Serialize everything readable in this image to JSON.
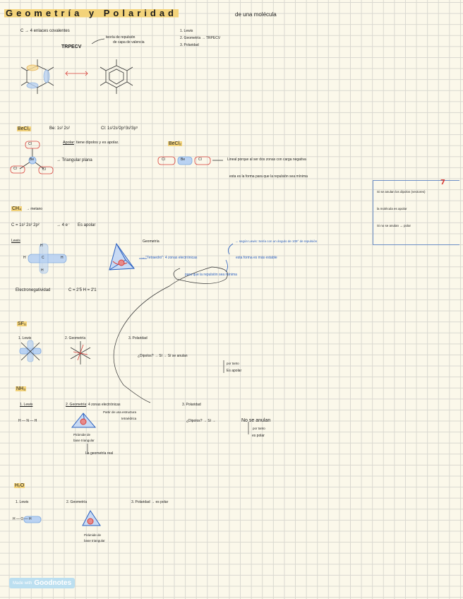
{
  "title": {
    "main": "Geometría y Polaridad",
    "sub": "de una molécula"
  },
  "intro": {
    "c_bonds": "C → 4 enlaces covalentes",
    "trpecv": "TRPECV",
    "trpecv_note1": "teoría de repulsión",
    "trpecv_note2": "de capa de valencia",
    "steps": [
      "1. Lewis",
      "2. Geometría → TRPECV",
      "3. Polaridad"
    ]
  },
  "becl2": {
    "heading": "BeCl₂",
    "config_be": "Be: 1s² 2s²",
    "config_cl": "Cl: 1s²2s²2p⁶3s²3p⁵",
    "apolar_word": "Apolar",
    "apolar_rest": ": tiene dipolos y es apolar.",
    "triangular": "→ Triangular plana",
    "heading2": "BeCl₂",
    "linear_line1": "Lineal porque al ser dos zonas con carga negativa",
    "linear_line2": "esta es la forma para que la repulsión sea mínima",
    "atoms": {
      "cl": "Cl",
      "be": "Be"
    }
  },
  "sidebox": {
    "lines": [
      "Si se anulan los dipolos (vectores)",
      "la molécula es apolar",
      "Si no se anulan → polar"
    ],
    "mark": "7"
  },
  "ch4": {
    "heading": "CH₄",
    "name": "→ metano",
    "config": "C = 1s² 2s² 2p²",
    "valence": "→ 4 e⁻",
    "apolar": "Es apolar",
    "lewis": "Lewis",
    "geometria": "Geometría",
    "tetra_note": "→ \"Tetraedro\": 4 zonas electrónicas",
    "tetra_note2": "esta forma es más estable",
    "repulsion": "para que la repulsión sea mínima",
    "angle_note": "→ según Lewis: Sería con un ángulo de 109° de repulsión",
    "electroneg": "Electronegatividad",
    "electroneg_values": "C = 2'5     H = 2'1",
    "atoms": {
      "c": "C",
      "h": "H"
    }
  },
  "sf6": {
    "heading": "SF₆",
    "lewis": "1. Lewis",
    "geometria": "2. Geometría",
    "polaridad": "3. Polaridad",
    "q": "¿Dipolos? → Sí → Sí se anulan",
    "por_tanto": "por tanto",
    "es_apolar": "Es apolar"
  },
  "nh3": {
    "heading": "NH₃",
    "lewis": "1. Lewis",
    "geometria": "2. Geometría",
    "zonas": ": 4 zonas electrónicas",
    "partir": "Partir de una estructura",
    "tetraedrica": "tetraédrica",
    "polaridad": "3. Polaridad",
    "q": "¿Dipolos? → Sí →",
    "no_anulan": "No se anulan",
    "por_tanto": "por tanto",
    "es_polar": "es polar",
    "piramide1": "Pirámide de",
    "piramide2": "base triangular",
    "geo_real": "La geometría real",
    "lewis_struct": "H — N — H"
  },
  "h2o": {
    "heading": "H₂O",
    "lewis": "1. Lewis",
    "geometria": "2. Geometría",
    "polaridad": "3. Polaridad → es polar",
    "piramide1": "Pirámide de",
    "piramide2": "base triangular",
    "lewis_struct": "H — O — H"
  },
  "badge": {
    "made_with": "Made with",
    "brand": "Goodnotes"
  }
}
